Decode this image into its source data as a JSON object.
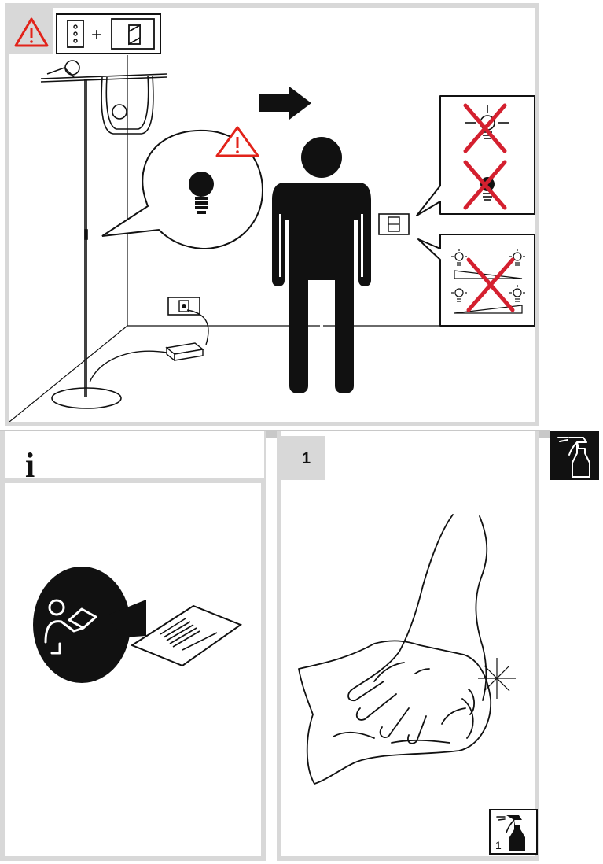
{
  "header": {
    "warning_icon": "warning-triangle-icon",
    "combo_icons": [
      "socket-icon",
      "plus-icon",
      "switch-icon"
    ],
    "plus_label": "+"
  },
  "top_scene": {
    "icons": [
      "floor-lamp",
      "bulb-callout",
      "arrow-right-icon",
      "person-silhouette",
      "wall-switch-icon",
      "no-flicker-bulbs-callout",
      "no-dimmer-callout",
      "wall-socket",
      "power-adapter"
    ]
  },
  "info": {
    "glyph": "i",
    "icon": "read-manual-icon"
  },
  "step": {
    "number": "1",
    "icon": "hand-wiping-cloth-icon",
    "spray_icon": "spray-bottle-icon",
    "spray_label": "1"
  },
  "colors": {
    "warning_red": "#e2231a",
    "cross_red": "#d4202f",
    "frame_gray": "#d8d8d8",
    "ink": "#111111"
  }
}
